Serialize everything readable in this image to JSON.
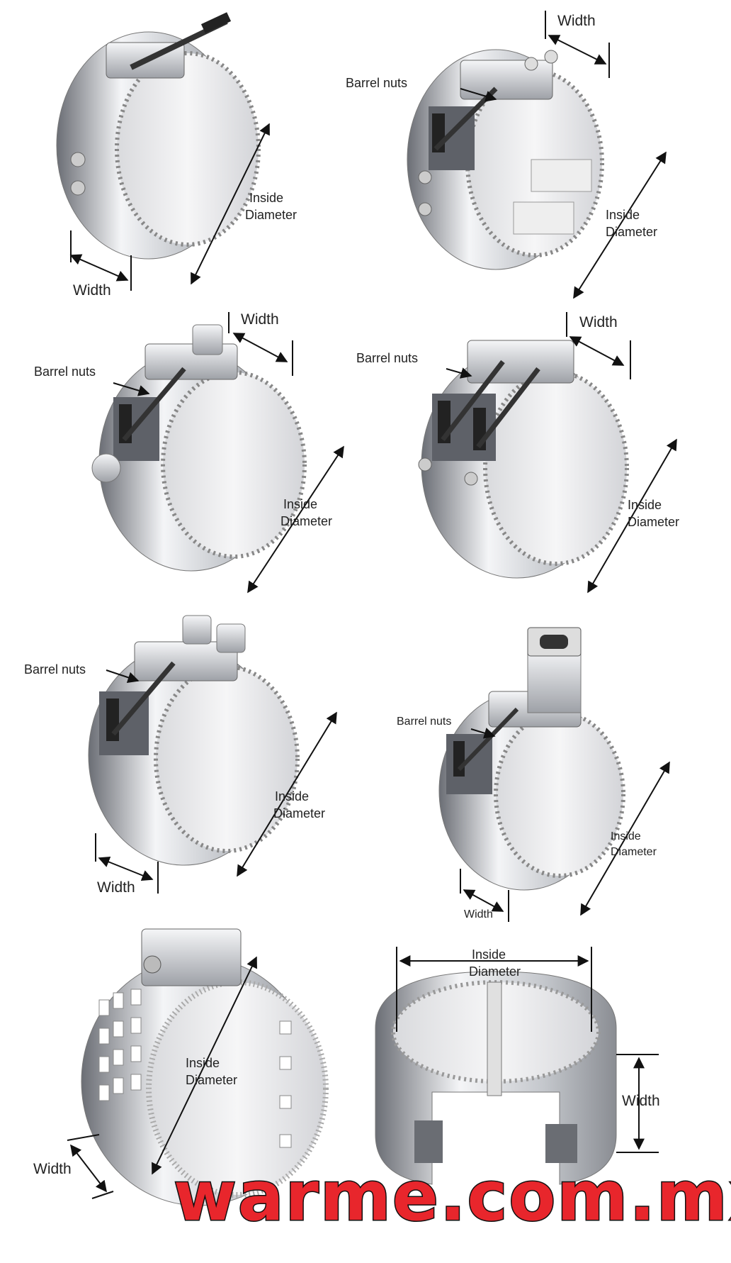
{
  "labels": {
    "width": "Width",
    "barrel_nuts": "Barrel nuts",
    "inside": "Inside",
    "diameter": "Diameter",
    "inside_diameter": "Inside Diameter"
  },
  "watermark": "warme.com.mx",
  "colors": {
    "metal_light": "#f2f3f5",
    "metal_mid": "#c9ccd1",
    "metal_dark": "#5e6168",
    "liner": "#e9e9eb",
    "watermark_fill": "#e8262c"
  },
  "figures": [
    {
      "id": "heater-1",
      "labels": [
        "Width",
        "Inside Diameter"
      ]
    },
    {
      "id": "heater-2",
      "labels": [
        "Width",
        "Barrel nuts",
        "Inside Diameter"
      ]
    },
    {
      "id": "heater-3",
      "labels": [
        "Width",
        "Barrel nuts",
        "Inside Diameter"
      ]
    },
    {
      "id": "heater-4",
      "labels": [
        "Width",
        "Barrel nuts",
        "Inside Diameter"
      ]
    },
    {
      "id": "heater-5",
      "labels": [
        "Barrel nuts",
        "Inside Diameter",
        "Width"
      ]
    },
    {
      "id": "heater-6",
      "labels": [
        "Barrel nuts",
        "Inside Diameter",
        "Width"
      ]
    },
    {
      "id": "heater-7",
      "labels": [
        "Inside Diameter",
        "Width"
      ]
    },
    {
      "id": "heater-8",
      "labels": [
        "Inside Diameter",
        "Width"
      ]
    }
  ]
}
